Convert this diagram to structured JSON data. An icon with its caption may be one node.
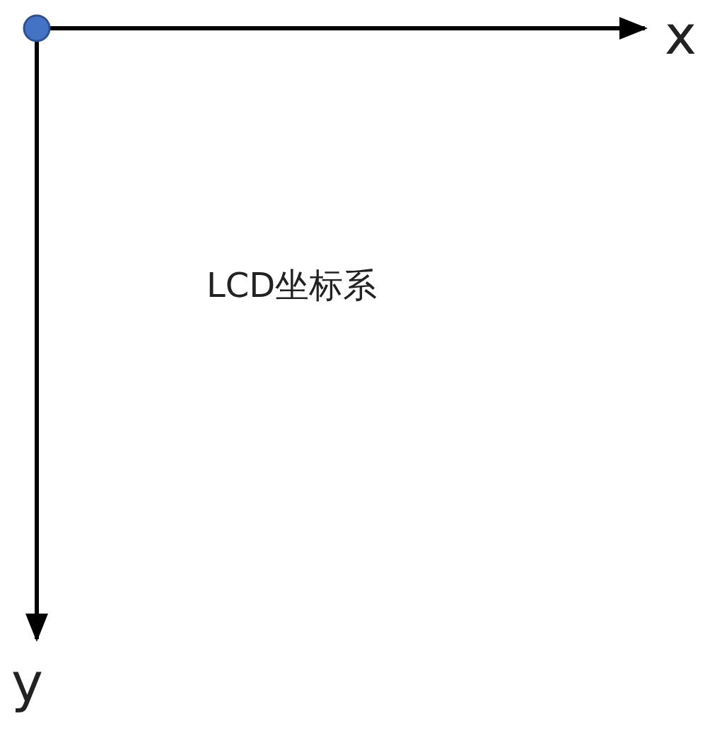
{
  "diagram": {
    "labels": [
      "x",
      "LCD坐标系",
      "y"
    ]
  }
}
